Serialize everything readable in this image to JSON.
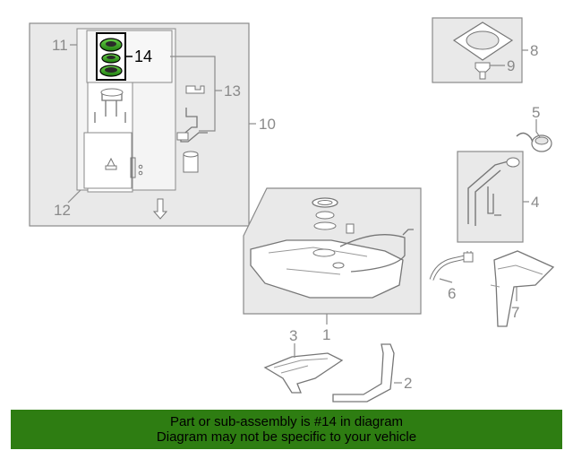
{
  "callouts": {
    "c1": "1",
    "c2": "2",
    "c3": "3",
    "c4": "4",
    "c5": "5",
    "c6": "6",
    "c7": "7",
    "c8": "8",
    "c9": "9",
    "c10": "10",
    "c11": "11",
    "c12": "12",
    "c13": "13",
    "c14": "14"
  },
  "banner": {
    "line1": "Part or sub-assembly is #14 in diagram",
    "line2": "Diagram may not be specific to your vehicle"
  },
  "colors": {
    "highlight_ring": "#2e9e1a",
    "banner_bg": "#2e7d12",
    "panel_fill": "#e9e9e9",
    "line": "#8a8a8a"
  }
}
